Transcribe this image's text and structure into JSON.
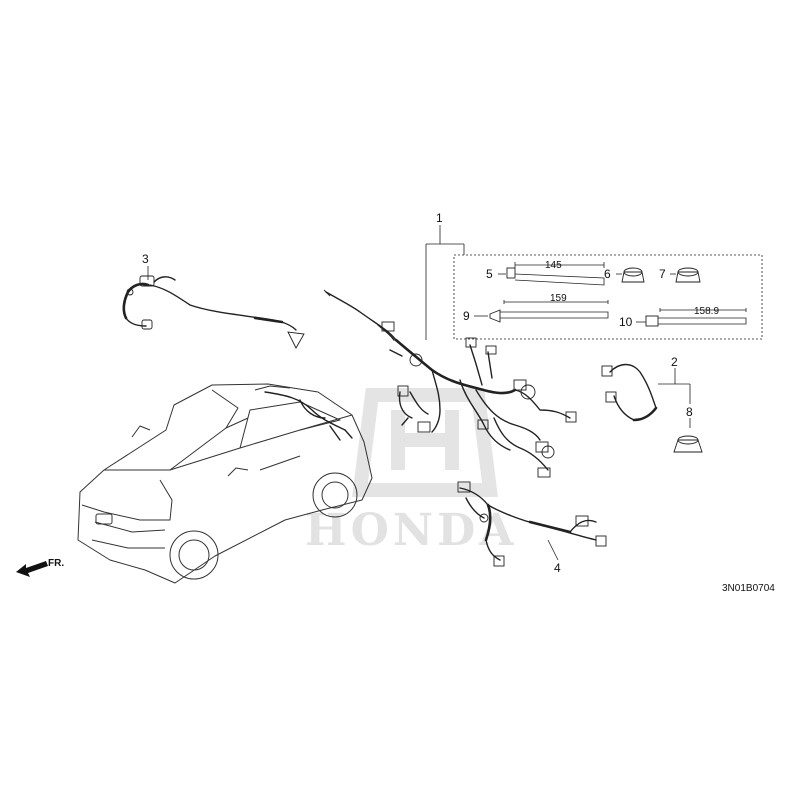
{
  "callouts": {
    "c1": "1",
    "c2": "2",
    "c3": "3",
    "c4": "4",
    "c5": "5",
    "c6": "6",
    "c7": "7",
    "c8": "8",
    "c9": "9",
    "c10": "10"
  },
  "dimensions": {
    "d5": "145",
    "d9": "159",
    "d10": "158.9"
  },
  "direction_label": "FR.",
  "watermark": "HONDA",
  "diagram_code": "3N01B0704",
  "colors": {
    "line": "#222222",
    "watermark": "#e2e2e2",
    "background": "#ffffff"
  }
}
